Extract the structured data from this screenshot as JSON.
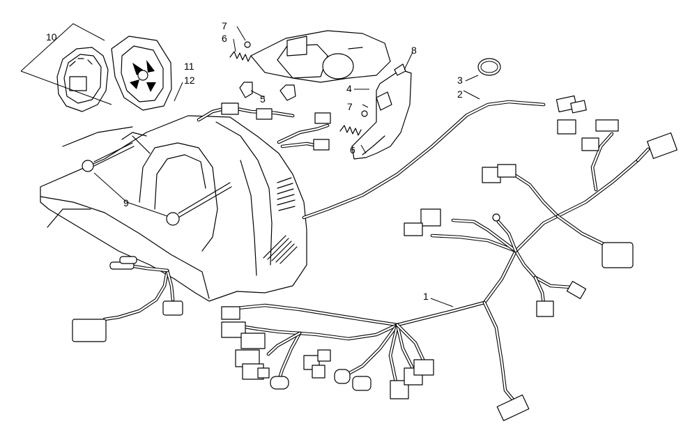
{
  "diagram": {
    "callouts": [
      "1",
      "2",
      "3",
      "4",
      "5",
      "6",
      "6",
      "7",
      "7",
      "8",
      "9",
      "10",
      "11",
      "12"
    ]
  }
}
